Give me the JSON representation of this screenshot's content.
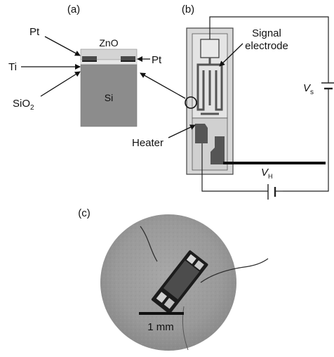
{
  "panels": {
    "a": {
      "label": "(a)",
      "layers": {
        "top": "ZnO",
        "substrate": "Si",
        "left_pt": "Pt",
        "right_pt": "Pt",
        "adhesion": "Ti",
        "oxide_base": "SiO",
        "oxide_sub": "2"
      }
    },
    "b": {
      "label": "(b)",
      "signal_electrode_line1": "Signal",
      "signal_electrode_line2": "electrode",
      "heater": "Heater",
      "vs_main": "V",
      "vs_sub": "s",
      "vh_main": "V",
      "vh_sub": "H"
    },
    "c": {
      "label": "(c)",
      "scale_bar": "1 mm"
    }
  },
  "colors": {
    "znO": "#d4d4d4",
    "pt": "#4a4a4a",
    "oxide": "#e6e6e6",
    "si": "#8c8c8c",
    "chip": "#d8d8d8",
    "electrode": "#6a6a6a",
    "photo_bg": "#9a9a9a"
  }
}
